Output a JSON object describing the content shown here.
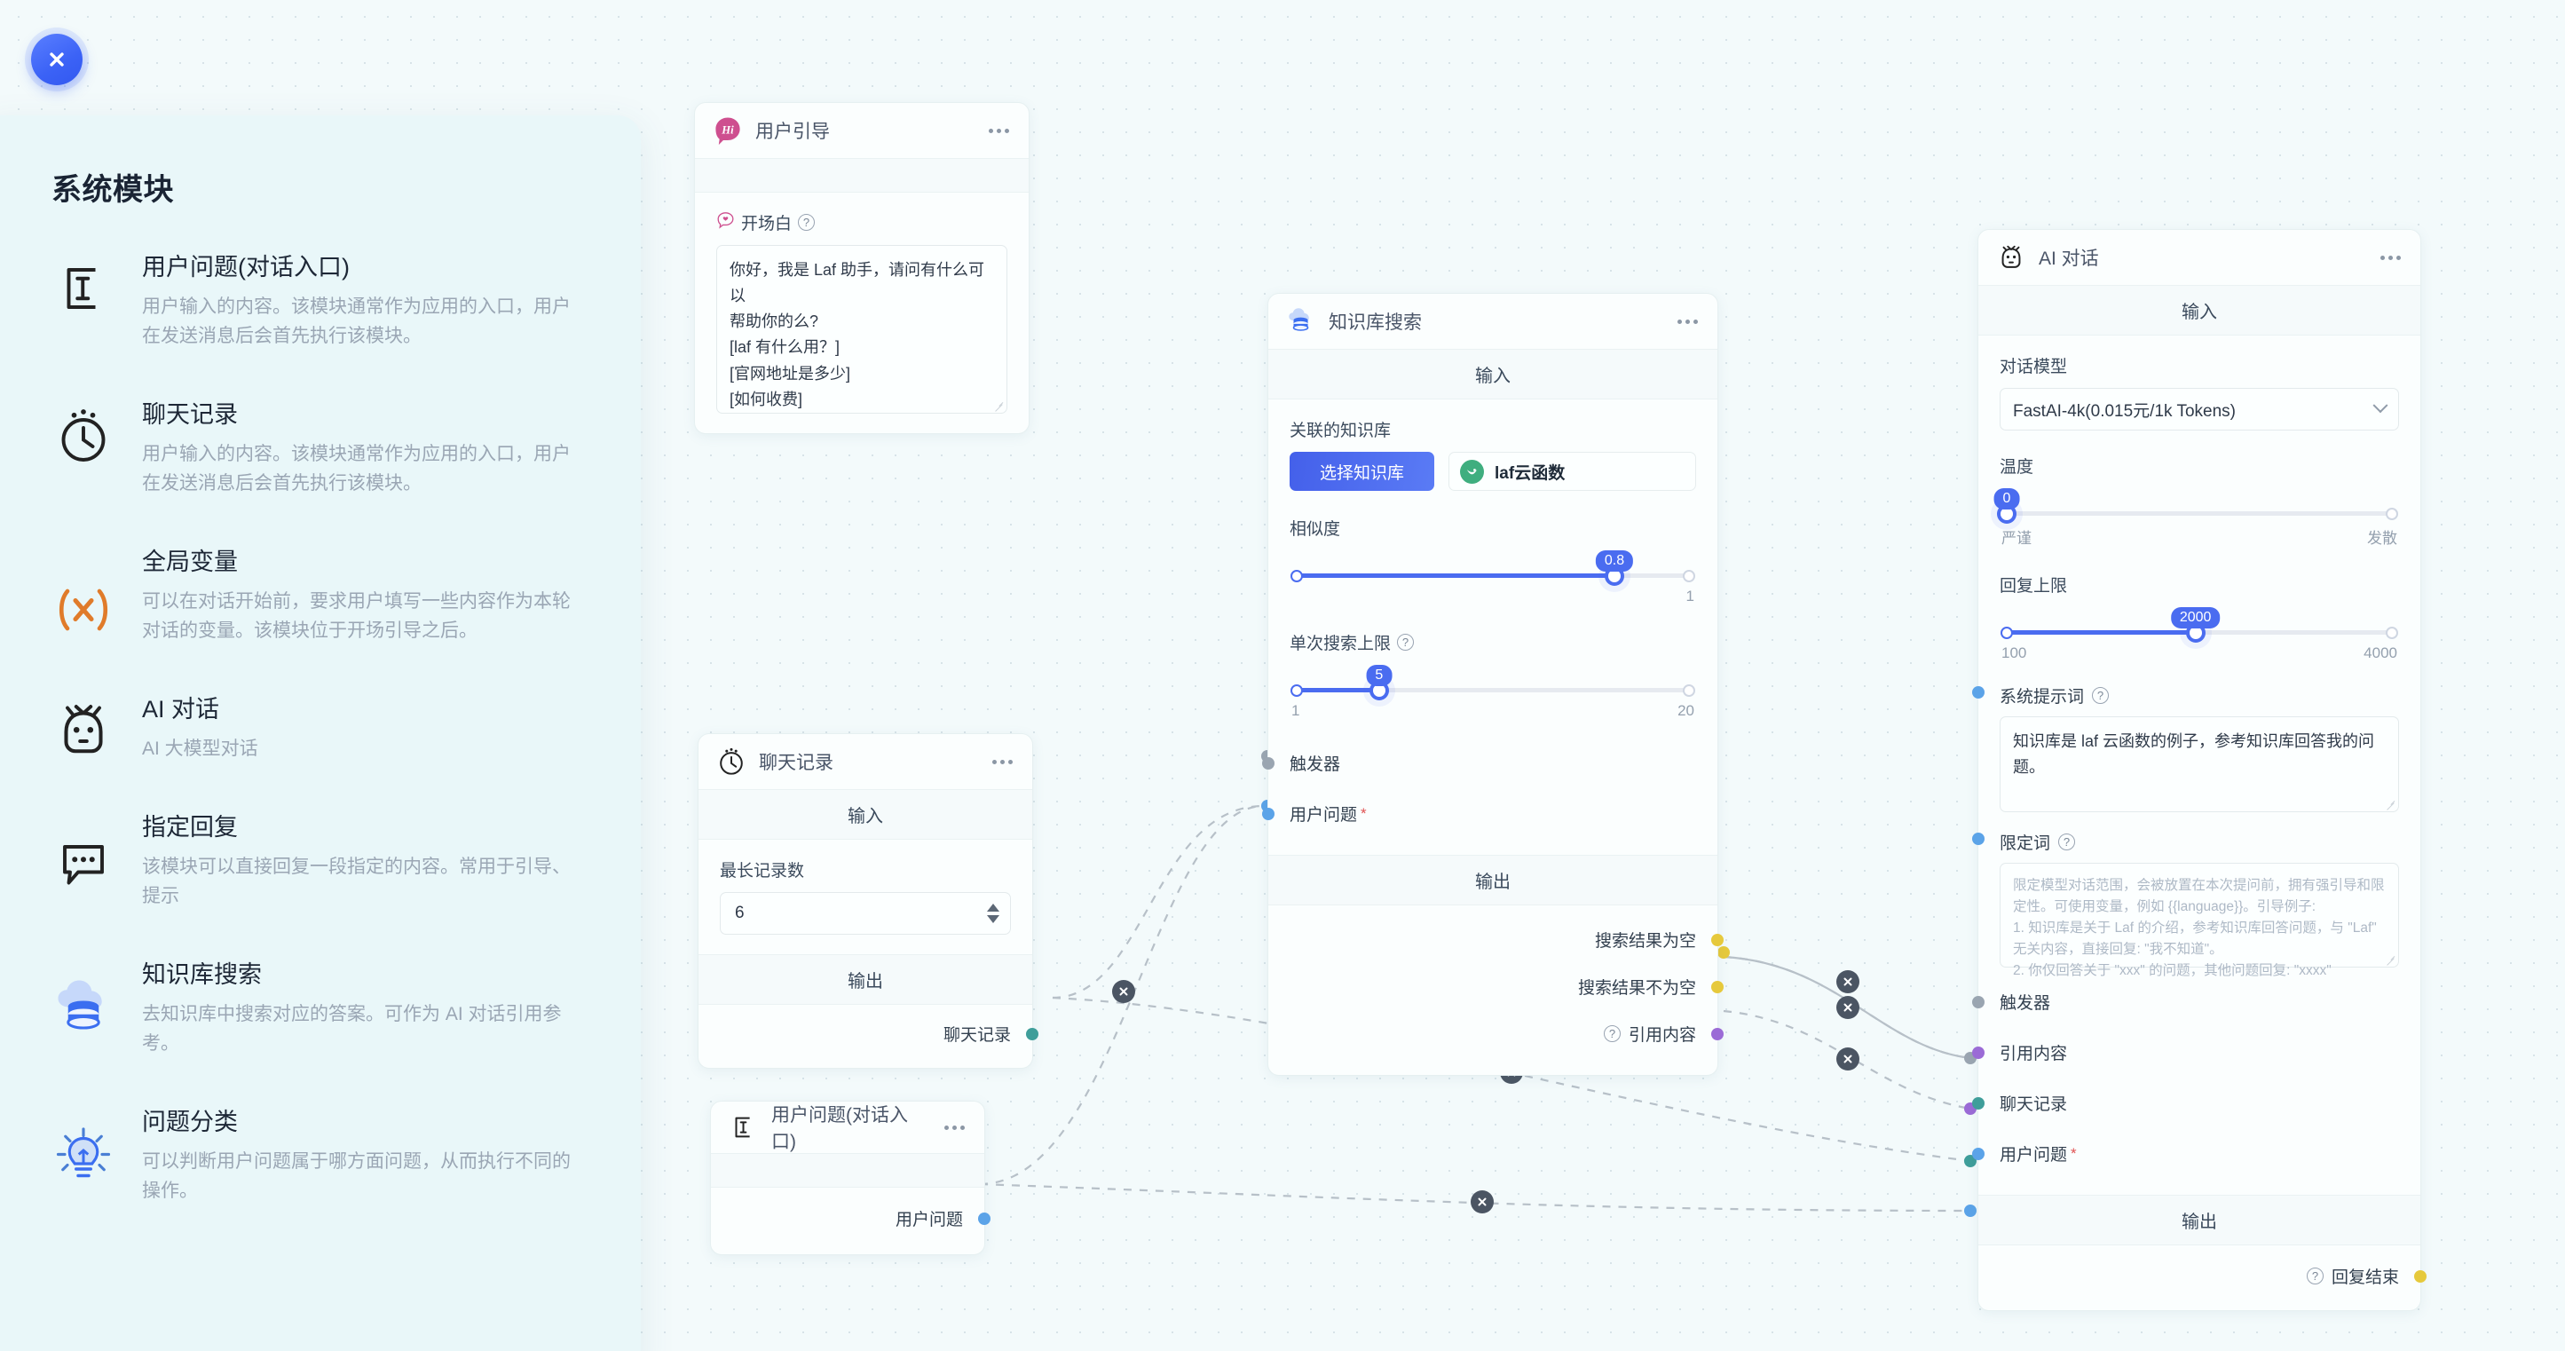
{
  "sidebar": {
    "close_icon": "close-icon",
    "title": "系统模块",
    "items": [
      {
        "icon": "text-cursor-icon",
        "title": "用户问题(对话入口)",
        "desc": "用户输入的内容。该模块通常作为应用的入口，用户在发送消息后会首先执行该模块。"
      },
      {
        "icon": "clock-history-icon",
        "title": "聊天记录",
        "desc": "用户输入的内容。该模块通常作为应用的入口，用户在发送消息后会首先执行该模块。"
      },
      {
        "icon": "variable-x-icon",
        "title": "全局变量",
        "desc": "可以在对话开始前，要求用户填写一些内容作为本轮对话的变量。该模块位于开场引导之后。"
      },
      {
        "icon": "ai-robot-icon",
        "title": "AI 对话",
        "desc": "AI 大模型对话"
      },
      {
        "icon": "chat-bubble-icon",
        "title": "指定回复",
        "desc": "该模块可以直接回复一段指定的内容。常用于引导、提示"
      },
      {
        "icon": "database-cloud-icon",
        "title": "知识库搜索",
        "desc": "去知识库中搜索对应的答案。可作为 AI 对话引用参考。"
      },
      {
        "icon": "lightbulb-icon",
        "title": "问题分类",
        "desc": "可以判断用户问题属于哪方面问题，从而执行不同的操作。"
      }
    ]
  },
  "nodes": {
    "guide": {
      "icon": "hi-badge-icon",
      "title": "用户引导",
      "field_label": "开场白",
      "field_help": "?",
      "value": "你好，我是 Laf 助手，请问有什么可以\n帮助你的么?\n[laf 有什么用？]\n[官网地址是多少]\n[如何收费]"
    },
    "history": {
      "icon": "clock-history-icon",
      "title": "聊天记录",
      "input_label": "输入",
      "output_label": "输出",
      "field_label": "最长记录数",
      "value": "6",
      "output_port": "聊天记录"
    },
    "question": {
      "icon": "text-cursor-icon",
      "title": "用户问题(对话入口)",
      "output_port": "用户问题"
    },
    "kb": {
      "icon": "database-cloud-icon",
      "title": "知识库搜索",
      "input_label": "输入",
      "output_label": "输出",
      "dataset_label": "关联的知识库",
      "select_button": "选择知识库",
      "dataset_tag": "laf云函数",
      "similarity_label": "相似度",
      "similarity_value": "0.8",
      "similarity_min": "",
      "similarity_max": "1",
      "limit_label": "单次搜索上限",
      "limit_help": "?",
      "limit_value": "5",
      "limit_min": "1",
      "limit_max": "20",
      "in_trigger": "触发器",
      "in_question": "用户问题",
      "in_question_required": "*",
      "out_empty": "搜索结果为空",
      "out_not_empty": "搜索结果不为空",
      "out_quote": "引用内容",
      "out_quote_help": "?"
    },
    "ai": {
      "icon": "ai-robot-icon",
      "title": "AI 对话",
      "input_label": "输入",
      "output_label": "输出",
      "model_label": "对话模型",
      "model_value": "FastAI-4k(0.015元/1k Tokens)",
      "temp_label": "温度",
      "temp_value": "0",
      "temp_min_label": "严谨",
      "temp_max_label": "发散",
      "max_label": "回复上限",
      "max_value": "2000",
      "max_min": "100",
      "max_max": "4000",
      "sys_label": "系统提示词",
      "sys_help": "?",
      "sys_value": "知识库是 laf 云函数的例子，参考知识库回答我的问\n题。",
      "limit_label": "限定词",
      "limit_help": "?",
      "limit_placeholder": "限定模型对话范围，会被放置在本次提问前，拥有强引导和限定性。可使用变量，例如 {{language}}。引导例子:\n1. 知识库是关于 Laf 的介绍，参考知识库回答问题，与 \"Laf\" 无关内容，直接回复: \"我不知道\"。\n2. 你仅回答关于 \"xxx\" 的问题，其他问题回复: \"xxxx\"",
      "in_trigger": "触发器",
      "in_quote": "引用内容",
      "in_history": "聊天记录",
      "in_question": "用户问题",
      "in_question_required": "*",
      "out_finish": "回复结束",
      "out_finish_help": "?"
    }
  },
  "colors": {
    "primary": "#4a6cf0",
    "trigger_handle": "#9aa5b1",
    "question_handle": "#5ba3e8",
    "history_handle": "#3f9e9a",
    "quote_handle": "#9b6bd6",
    "result_handle": "#e6c93c",
    "canvas_bg": "#f3fafb",
    "panel_bg": "#e9f7f9"
  }
}
